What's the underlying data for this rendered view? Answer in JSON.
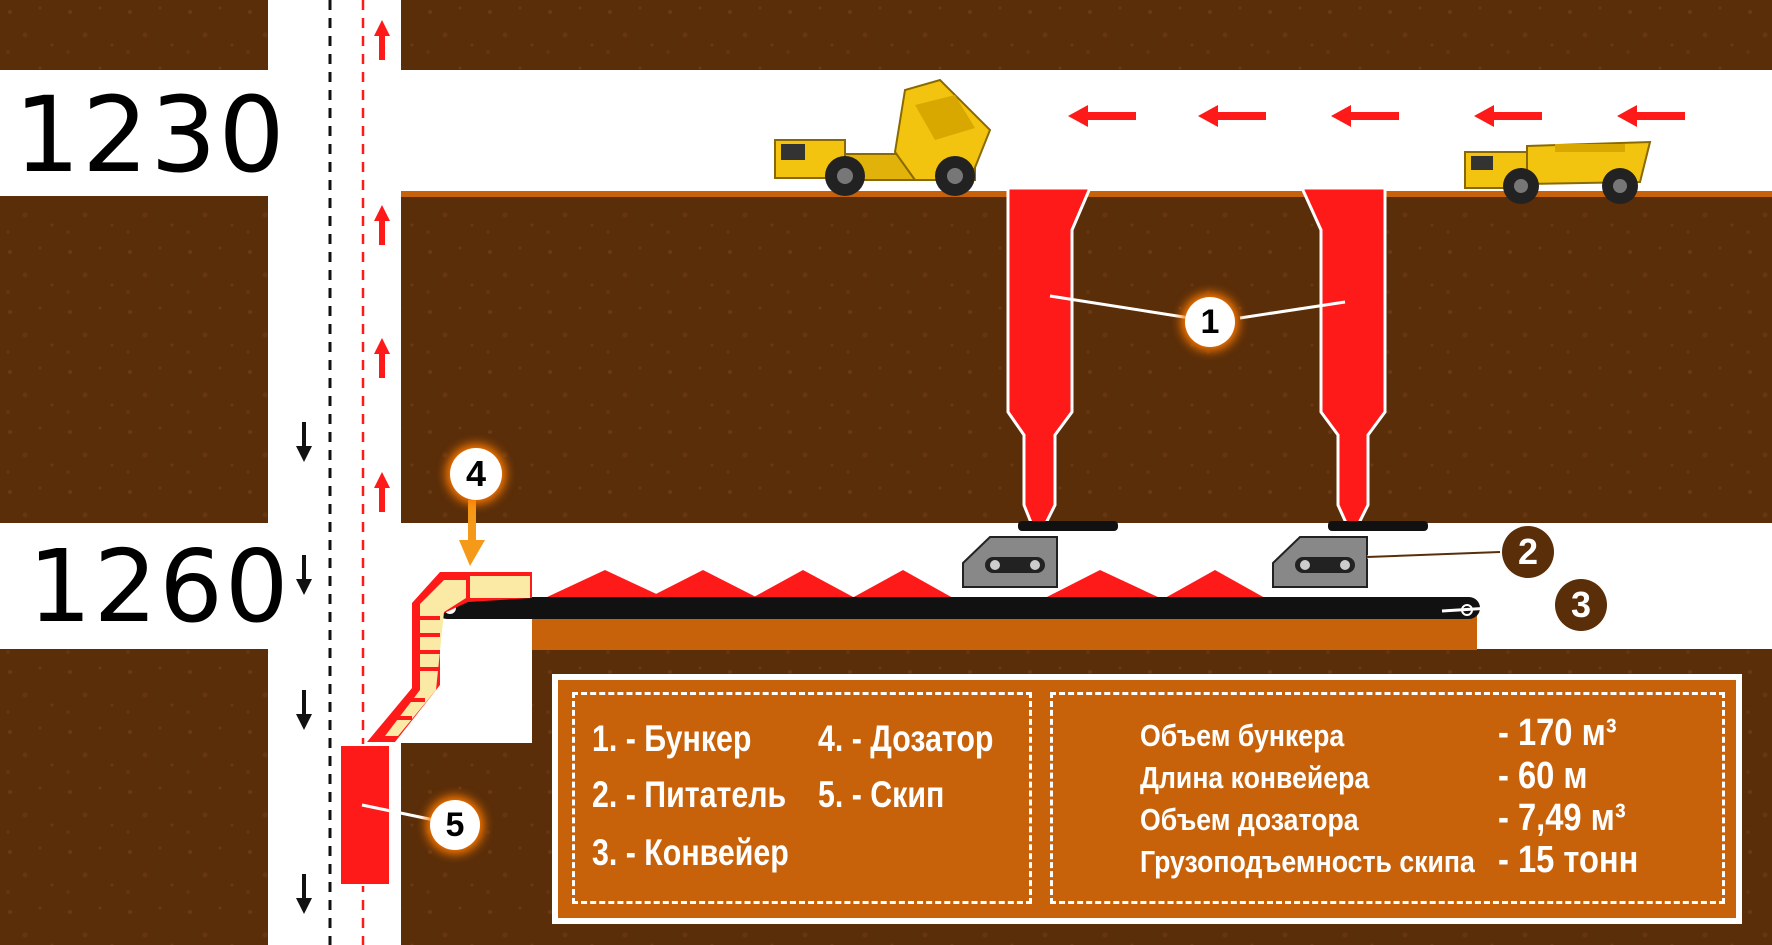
{
  "levels": {
    "upper": "1230",
    "lower": "1260"
  },
  "callouts": {
    "c1": "1",
    "c2": "2",
    "c3": "3",
    "c4": "4",
    "c5": "5"
  },
  "legend": {
    "item1": "1. - Бункер",
    "item2": "2. - Питатель",
    "item3": "3. - Конвейер",
    "item4": "4. - Дозатор",
    "item5": "5. - Скип"
  },
  "params": [
    {
      "label": "Объем бункера",
      "value": "- 170 м³"
    },
    {
      "label": "Длина конвейера",
      "value": "- 60 м"
    },
    {
      "label": "Объем дозатора",
      "value": "- 7,49 м³"
    },
    {
      "label": "Грузоподъемность скипа",
      "value": "- 15 тонн"
    }
  ],
  "colors": {
    "rock": "#5a2e09",
    "tunnel": "#ffffff",
    "accent_red": "#ff1a1a",
    "panel_orange": "#c8620a",
    "truck_yellow": "#f2c40f",
    "callout_glow": "#ff7a00"
  }
}
